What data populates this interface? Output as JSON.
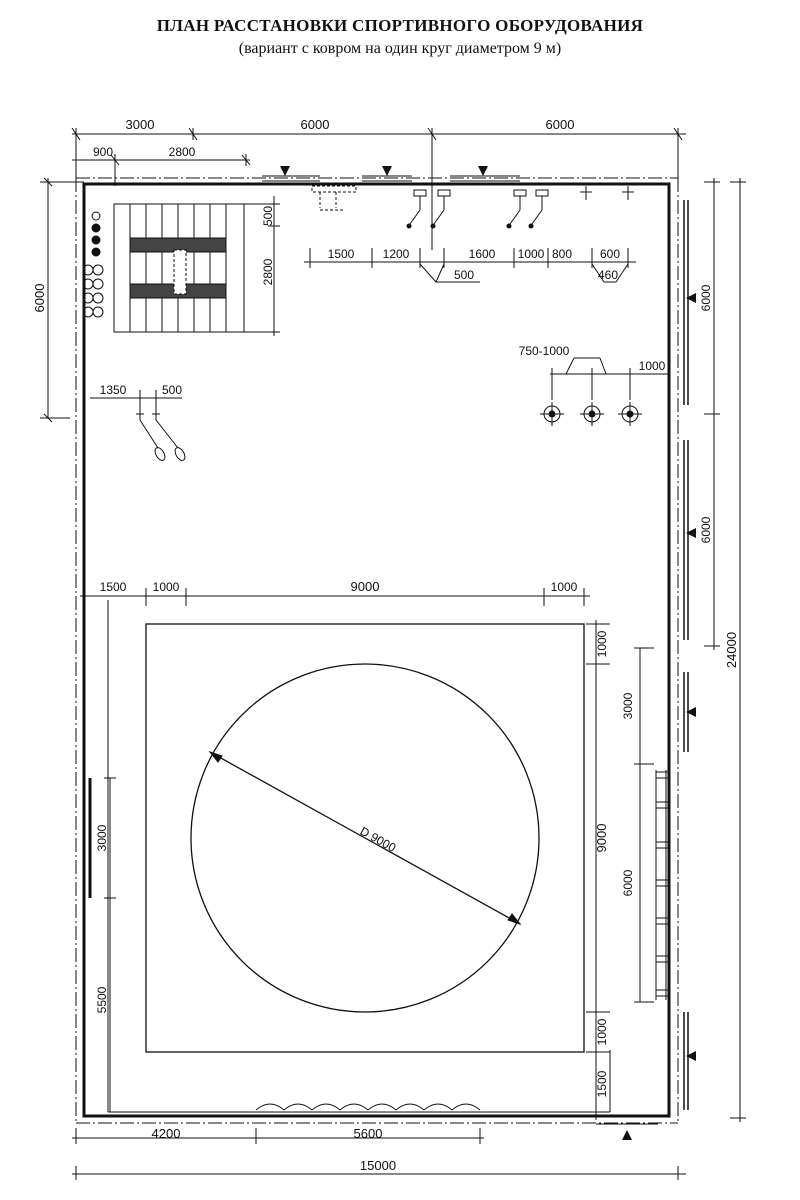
{
  "header": {
    "title": "ПЛАН РАССТАНОВКИ СПОРТИВНОГО ОБОРУДОВАНИЯ",
    "subtitle": "(вариант с ковром на один круг диаметром 9 м)"
  },
  "dimensions": {
    "top_row1": [
      "3000",
      "6000",
      "6000"
    ],
    "top_row2": [
      "900",
      "2800"
    ],
    "mat_side": [
      "500",
      "2800"
    ],
    "wall_equipment": [
      "1500",
      "1200",
      "1600",
      "1000",
      "800",
      "600"
    ],
    "wall_equipment_sub": [
      "500",
      "460"
    ],
    "left_top": "6000",
    "ropes": [
      "1350",
      "500"
    ],
    "targets": [
      "750-1000",
      "1000"
    ],
    "carpet_row": [
      "1500",
      "1000",
      "9000",
      "1000"
    ],
    "carpet_right": [
      "1000",
      "9000",
      "1000",
      "1500"
    ],
    "right_inner": [
      "3000",
      "6000"
    ],
    "right_outer": [
      "6000",
      "6000"
    ],
    "overall_height": "24000",
    "left_lower": [
      "3000",
      "5500"
    ],
    "bottom_row": [
      "4200",
      "5600"
    ],
    "overall_width": "15000",
    "circle_label": "D 9000"
  }
}
